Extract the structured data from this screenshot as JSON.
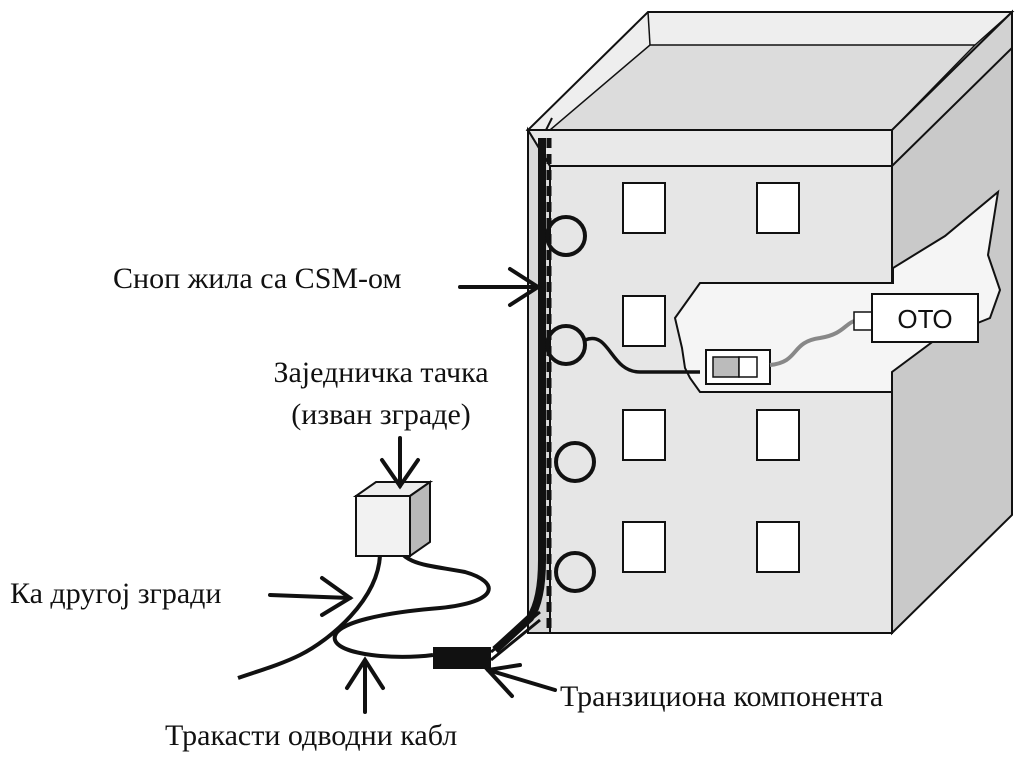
{
  "labels": {
    "bundle": "Сноп жила са CSM-ом",
    "common_point_1": "Заједничка тачка",
    "common_point_2": "(изван зграде)",
    "other_building": "Ка другој згради",
    "transition": "Транзициона компонента",
    "drop_cable": "Тракасти одводни кабл",
    "oto": "ОТО"
  },
  "colors": {
    "wall_front": "#e6e6e6",
    "wall_side": "#c9c9c9",
    "roof": "#e0e0e0",
    "cutout": "#f5f5f5",
    "cable": "#111111",
    "gray_cable": "#888888"
  }
}
